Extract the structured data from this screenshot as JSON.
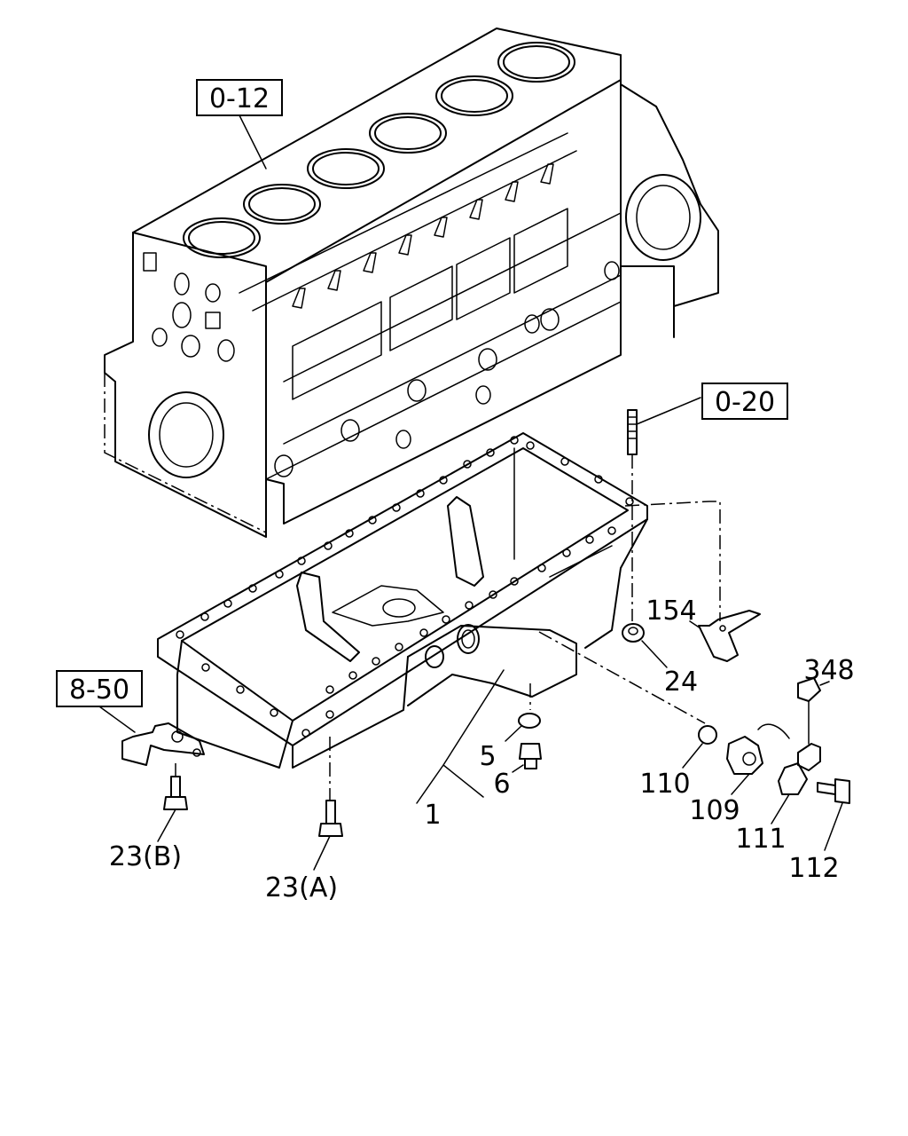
{
  "references": {
    "block_ref": "0-12",
    "stud_ref": "0-20",
    "bracket_ref": "8-50"
  },
  "callouts": {
    "p1": "1",
    "p5": "5",
    "p6": "6",
    "p23a": "23(A)",
    "p23b": "23(B)",
    "p24": "24",
    "p109": "109",
    "p110": "110",
    "p111": "111",
    "p112": "112",
    "p154": "154",
    "p348": "348"
  }
}
